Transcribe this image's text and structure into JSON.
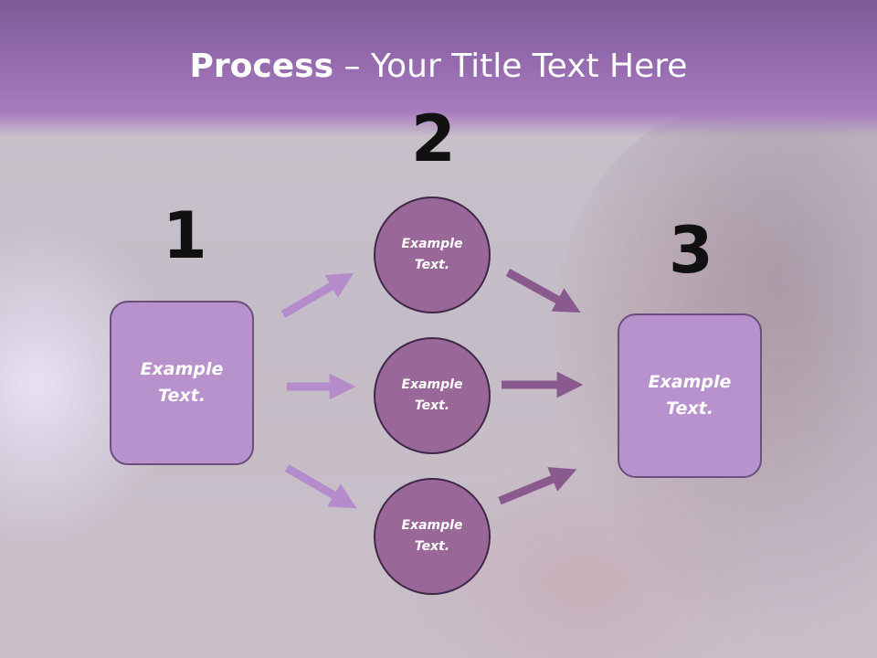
{
  "title": {
    "bold": "Process",
    "rest": " – Your Title Text Here"
  },
  "steps": {
    "one": "1",
    "two": "2",
    "three": "3"
  },
  "left_box": {
    "text": "Example\nText."
  },
  "circles": [
    {
      "text": "Example\nText."
    },
    {
      "text": "Example\nText."
    },
    {
      "text": "Example\nText."
    }
  ],
  "right_box": {
    "text": "Example\nText."
  },
  "colors": {
    "header": "#9a6fb3",
    "box_fill": "#b792cc",
    "circle_fill": "#9a6898",
    "arrow_light": "#b48ccc",
    "arrow_dark": "#8a5a8e"
  }
}
